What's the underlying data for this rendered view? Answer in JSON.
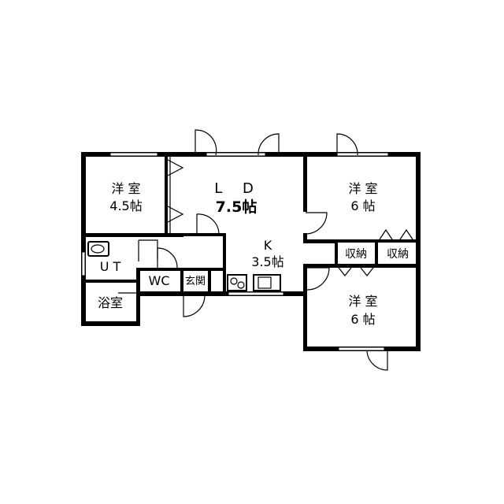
{
  "rooms": {
    "western_45": {
      "name": "洋 室",
      "size": "4.5帖"
    },
    "ld": {
      "name": "L  D",
      "size": "7.5帖"
    },
    "kitchen": {
      "name": "K",
      "size": "3.5帖"
    },
    "western_6_top": {
      "name": "洋 室",
      "size": "6 帖"
    },
    "western_6_bottom": {
      "name": "洋 室",
      "size": "6 帖"
    },
    "ut": {
      "name": "U T"
    },
    "bath": {
      "name": "浴室"
    },
    "wc": {
      "name": "WC"
    },
    "entrance": {
      "name": "玄関"
    },
    "storage_left": {
      "name": "収納"
    },
    "storage_right": {
      "name": "収納"
    }
  }
}
